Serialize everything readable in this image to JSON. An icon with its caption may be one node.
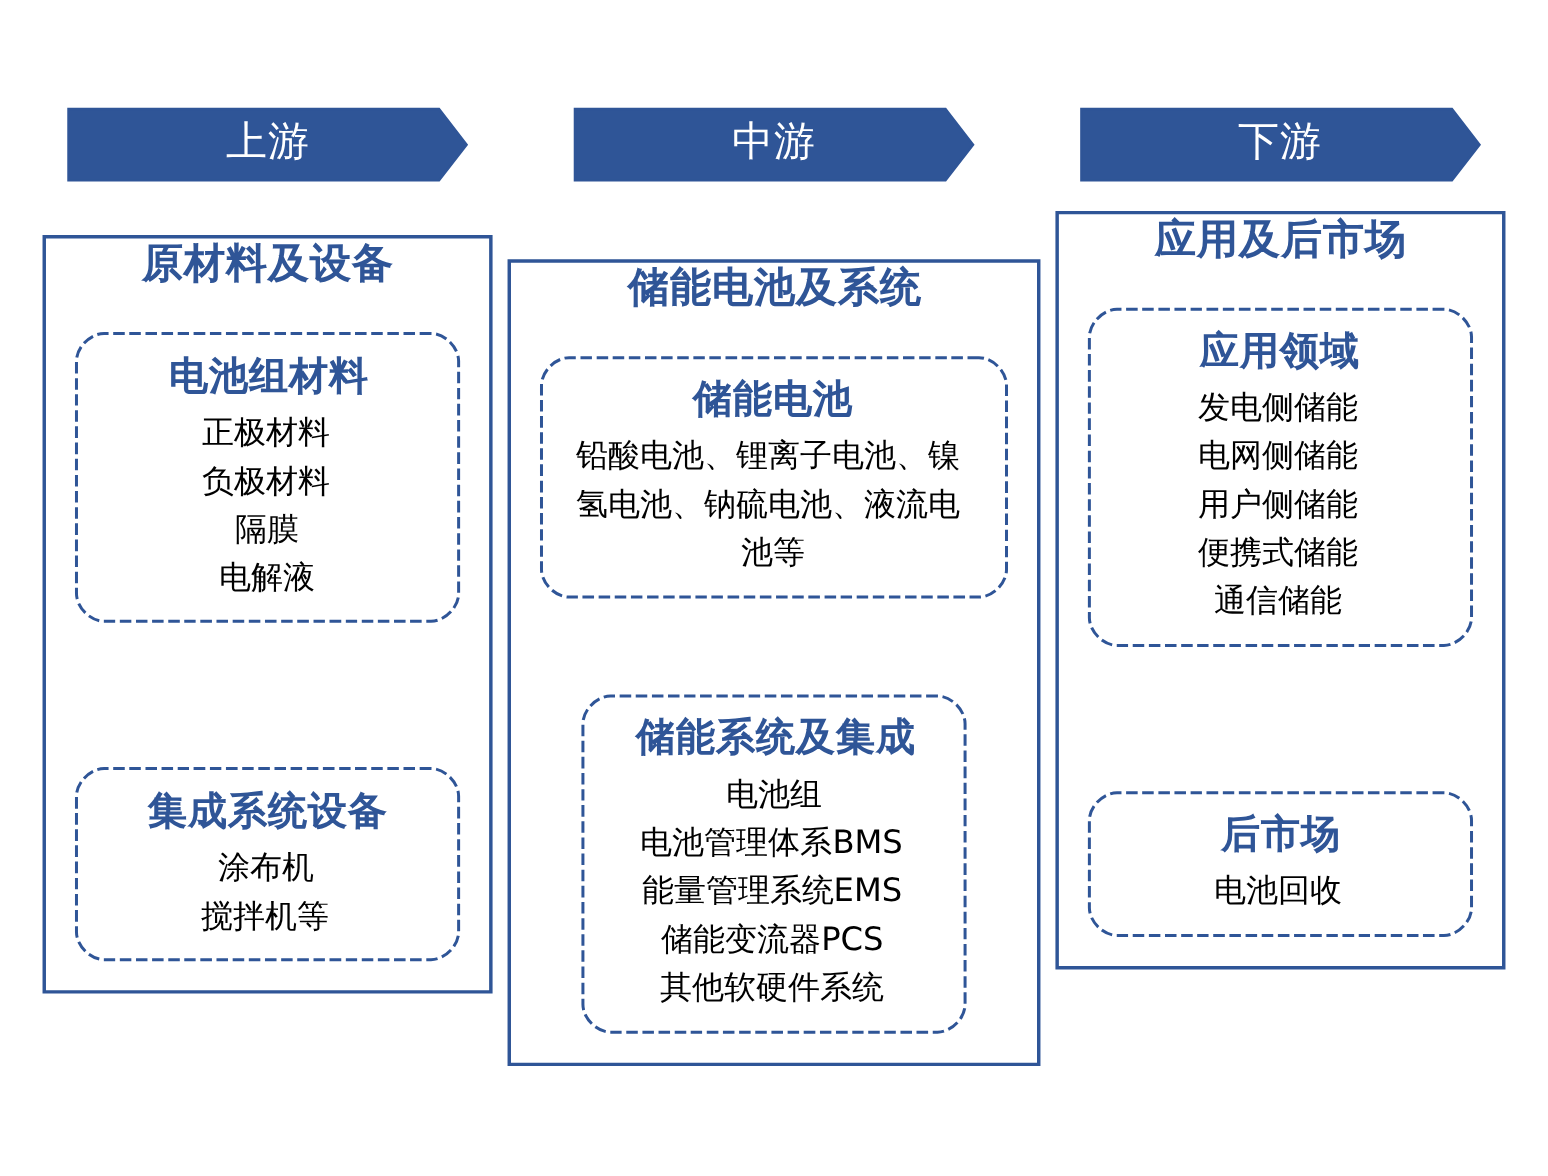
{
  "diagram": {
    "nodes": [
      {
        "text": [
          "上游"
        ]
      },
      {
        "text": [
          "中游"
        ]
      },
      {
        "text": [
          "下游"
        ]
      },
      {
        "text": [
          "原材料及设备"
        ]
      },
      {
        "text": [
          "电池组材料",
          "正极材料",
          "负极材料",
          "隔膜",
          "电解液"
        ],
        "in": 3
      },
      {
        "text": [
          "集成系统设备",
          "涂布机",
          "搅拌机等"
        ],
        "in": 3
      },
      {
        "text": [
          "储能电池及系统"
        ]
      },
      {
        "text": [
          "储能电池",
          "铅酸电池、锂离子电池、镍氢电池、钠硫电池、液流电池等"
        ],
        "in": 6
      },
      {
        "text": [
          "储能系统及集成",
          "电池组",
          "电池管理体系BMS",
          "能量管理系统EMS",
          "储能变流器PCS",
          "其他软硬件系统"
        ],
        "in": 6
      },
      {
        "text": [
          "应用及后市场"
        ]
      },
      {
        "text": [
          "应用领域",
          "发电侧储能",
          "电网侧储能",
          "用户侧储能",
          "便携式储能",
          "通信储能"
        ],
        "in": 9
      },
      {
        "text": [
          "后市场",
          "电池回收"
        ],
        "in": 9
      }
    ]
  }
}
